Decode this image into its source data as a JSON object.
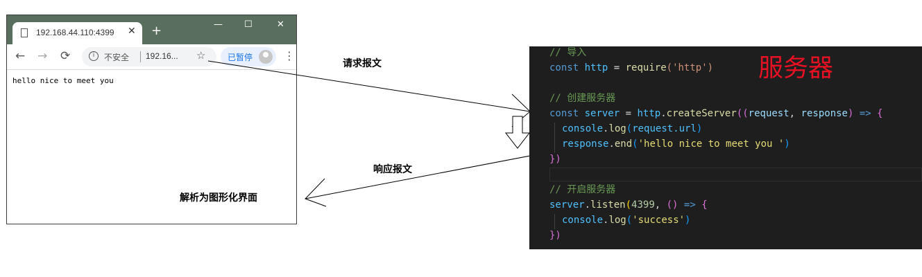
{
  "browser": {
    "tab_title": "192.168.44.110:4399",
    "tab_close": "✕",
    "new_tab": "+",
    "window_controls": {
      "minimize": "—",
      "maximize": "☐",
      "close": "✕"
    },
    "nav": {
      "back": "←",
      "forward": "→",
      "reload": "⟳"
    },
    "omnibox": {
      "info": "i",
      "security_text": "不安全",
      "url_text": "192.16...",
      "star": "☆"
    },
    "paused_label": "已暂停",
    "menu": "⋮",
    "page_text": "hello nice to meet you"
  },
  "labels": {
    "request": "请求报文",
    "response": "响应报文",
    "parse": "解析为图形化界面"
  },
  "code_panel": {
    "title": "服务器",
    "title_color": "#e81123",
    "lines": [
      {
        "t1": "// 导入"
      },
      {
        "t1": "const",
        "t2": "http",
        "t3": "=",
        "t4": "require",
        "t5": "('http')"
      },
      {
        "t1": ""
      },
      {
        "t1": "// 创建服务器"
      },
      {
        "t1": "const",
        "t2": "server",
        "t3": "=",
        "t4": "http",
        "t5": ".",
        "t6": "createServer",
        "t7": "((",
        "t8": "request",
        "t9": ",",
        "t10": "response",
        "t11": ")",
        "t12": "=>",
        "t13": "{"
      },
      {
        "t1": "console",
        "t2": ".",
        "t3": "log",
        "t4": "(",
        "t5": "request",
        "t6": ".url",
        "t7": ")"
      },
      {
        "t1": "response",
        "t2": ".",
        "t3": "end",
        "t4": "(",
        "t5": "'hello nice to meet you '",
        "t6": ")"
      },
      {
        "t1": "})"
      },
      {
        "t1": ""
      },
      {
        "t1": "// 开启服务器"
      },
      {
        "t1": "server",
        "t2": ".",
        "t3": "listen",
        "t4": "(",
        "t5": "4399",
        "t6": ",",
        "t7": "()",
        "t8": "=>",
        "t9": "{"
      },
      {
        "t1": "console",
        "t2": ".",
        "t3": "log",
        "t4": "(",
        "t5": "'success'",
        "t6": ")"
      },
      {
        "t1": "})"
      }
    ]
  }
}
